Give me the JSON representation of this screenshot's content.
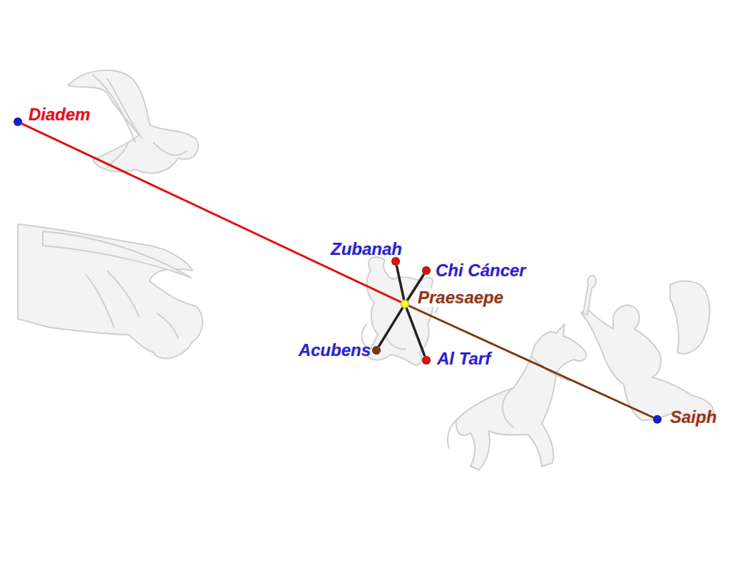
{
  "diagram": {
    "nodes": [
      {
        "text": [
          "Diadem"
        ]
      },
      {
        "text": [
          "Zubanah"
        ]
      },
      {
        "text": [
          "Chi Cáncer"
        ]
      },
      {
        "text": [
          "Praesaepe"
        ]
      },
      {
        "text": [
          "Acubens"
        ]
      },
      {
        "text": [
          "Al Tarf"
        ]
      },
      {
        "text": [
          "Saiph"
        ]
      }
    ],
    "edges": [
      {
        "from": 0,
        "to": 3,
        "arrow": "none"
      },
      {
        "from": 3,
        "to": 6,
        "arrow": "none"
      },
      {
        "from": 1,
        "to": 3,
        "arrow": "none"
      },
      {
        "from": 3,
        "to": 5,
        "arrow": "none"
      },
      {
        "from": 2,
        "to": 3,
        "arrow": "none"
      },
      {
        "from": 3,
        "to": 4,
        "arrow": "none"
      }
    ]
  }
}
